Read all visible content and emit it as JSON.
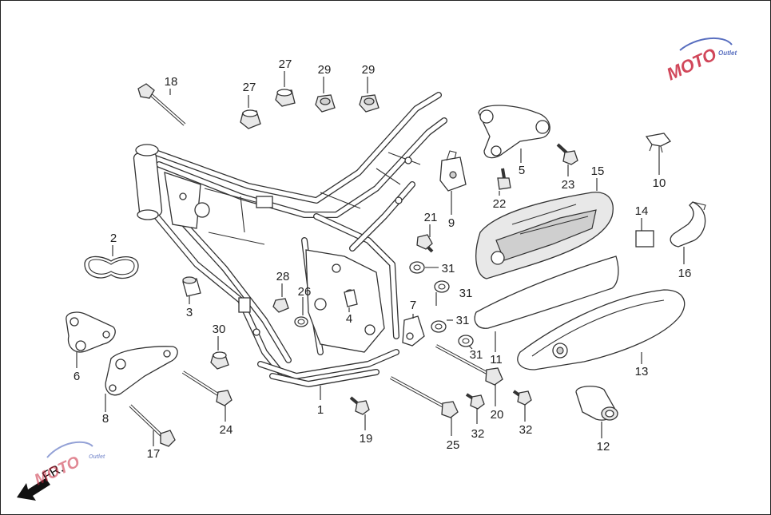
{
  "diagram": {
    "direction_label": "FR.",
    "watermark": {
      "text": "MOTO",
      "subtext": "Outlet",
      "color": "#c9283e",
      "accent": "#3b55b5"
    },
    "callouts": [
      "1",
      "2",
      "3",
      "4",
      "5",
      "6",
      "7",
      "8",
      "9",
      "10",
      "11",
      "12",
      "13",
      "14",
      "15",
      "16",
      "17",
      "18",
      "19",
      "20",
      "21",
      "22",
      "23",
      "24",
      "25",
      "26",
      "27",
      "27",
      "28",
      "29",
      "29",
      "30",
      "31",
      "31",
      "31",
      "31",
      "32",
      "32"
    ]
  }
}
